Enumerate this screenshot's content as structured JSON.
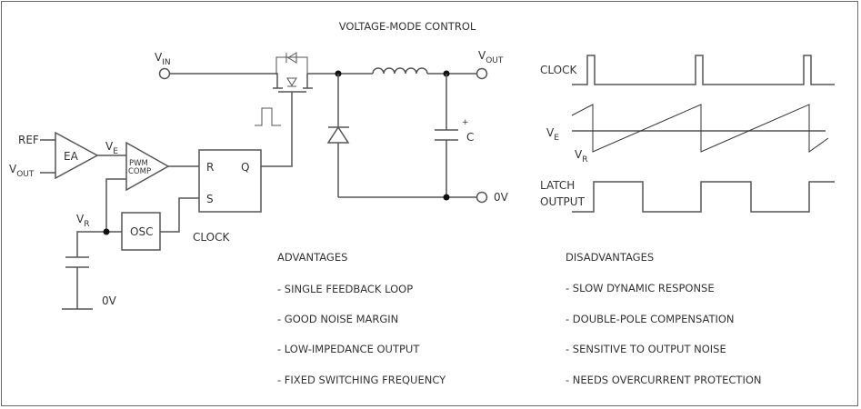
{
  "title": "VOLTAGE-MODE CONTROL",
  "circuit": {
    "vin_label": "V",
    "vin_sub": "IN",
    "vout_label": "V",
    "vout_sub": "OUT",
    "ground_label": "0V",
    "cap_label": "C",
    "cap_polarity": "+",
    "ea_label": "EA",
    "ref_label": "REF",
    "ea_vout_label": "V",
    "ea_vout_sub": "OUT",
    "ve_label": "V",
    "ve_sub": "E",
    "pwm_label_1": "PWM",
    "pwm_label_2": "COMP",
    "latch_r": "R",
    "latch_s": "S",
    "latch_q": "Q",
    "osc_label": "OSC",
    "clock_label": "CLOCK",
    "vr_label": "V",
    "vr_sub": "R",
    "ramp_ground_label": "0V"
  },
  "waveforms": {
    "clock_label": "CLOCK",
    "ve_label": "V",
    "ve_sub": "E",
    "vr_label": "V",
    "vr_sub": "R",
    "latch_label_1": "LATCH",
    "latch_label_2": "OUTPUT"
  },
  "advantages": {
    "heading": "ADVANTAGES",
    "items": [
      "- SINGLE FEEDBACK LOOP",
      "- GOOD NOISE MARGIN",
      "- LOW-IMPEDANCE OUTPUT",
      "- FIXED SWITCHING FREQUENCY"
    ]
  },
  "disadvantages": {
    "heading": "DISADVANTAGES",
    "items": [
      "- SLOW DYNAMIC RESPONSE",
      "- DOUBLE-POLE COMPENSATION",
      "- SENSITIVE TO OUTPUT NOISE",
      "- NEEDS OVERCURRENT PROTECTION"
    ]
  }
}
